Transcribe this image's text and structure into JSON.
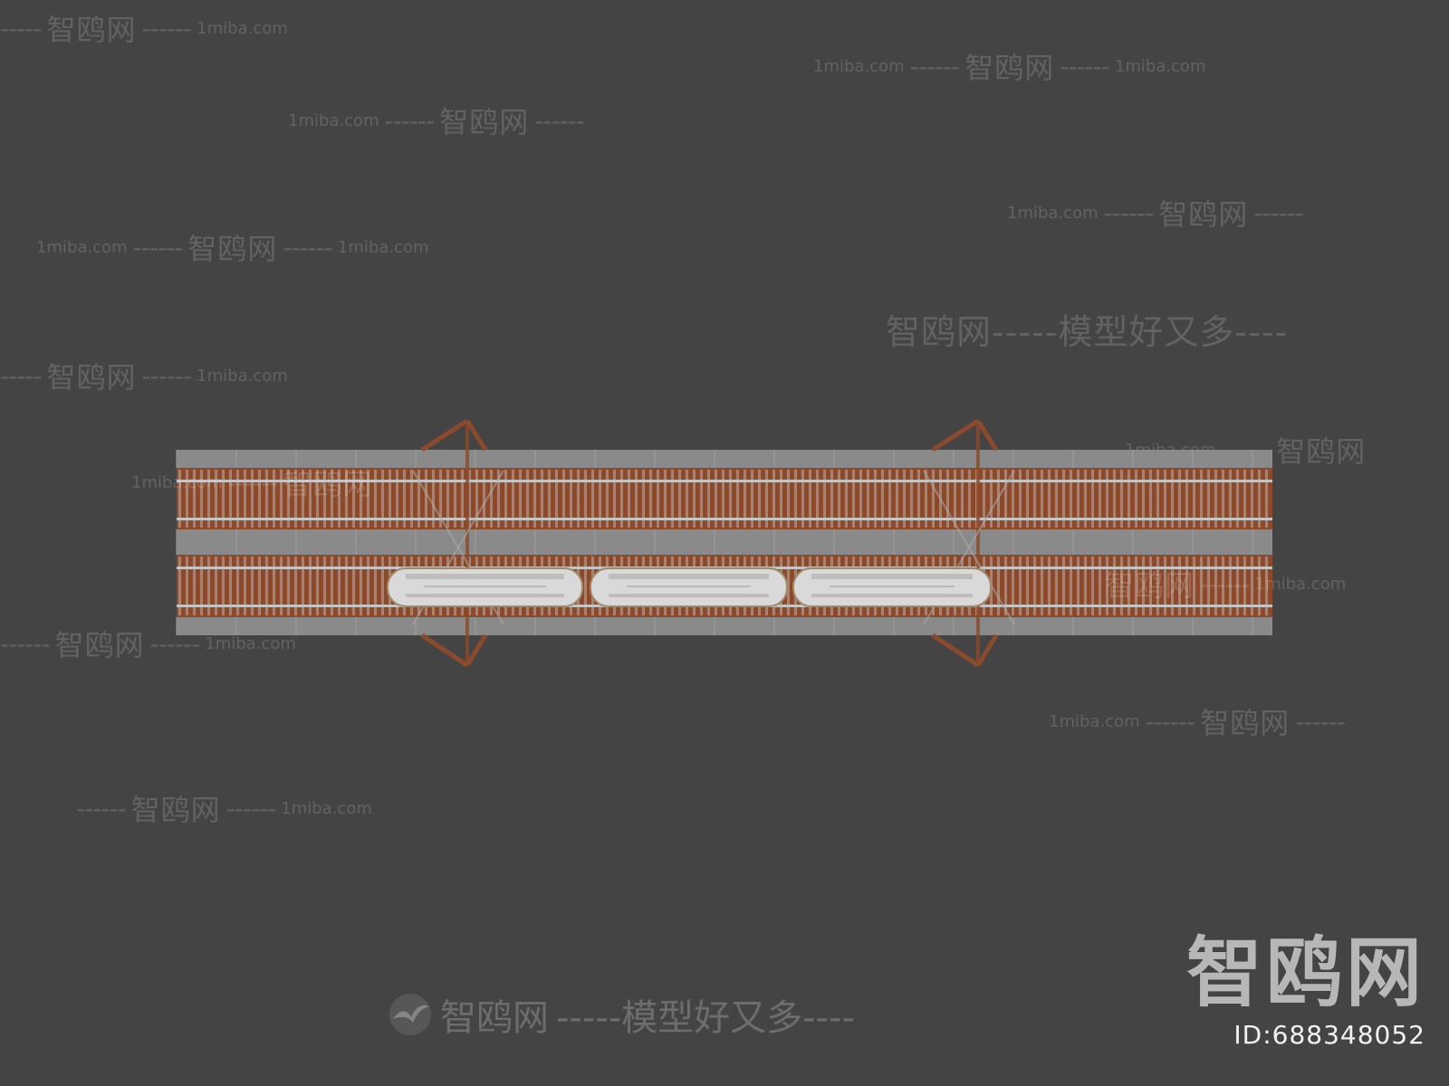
{
  "watermarks": {
    "brand_cn": "智鸥网",
    "url": "1miba.com",
    "slogan_cn": "智鸥网-----模型好又多----",
    "dashes": "------",
    "dashes5": "-----",
    "dashes4": "----"
  },
  "logo": {
    "brand": "智鸥网",
    "id_text": "ID:688348052"
  },
  "bottom_slogan": {
    "brand": "智鸥网",
    "rest": "-----模型好又多----"
  },
  "colors": {
    "background": "#444444",
    "deck_gray": "#8a8a8a",
    "rail_rust": "#8b4a2b",
    "tie_gray": "#b7b7b7",
    "train_body": "#d9d9d9"
  },
  "icons": {
    "bird": "seagull-logo-icon"
  }
}
